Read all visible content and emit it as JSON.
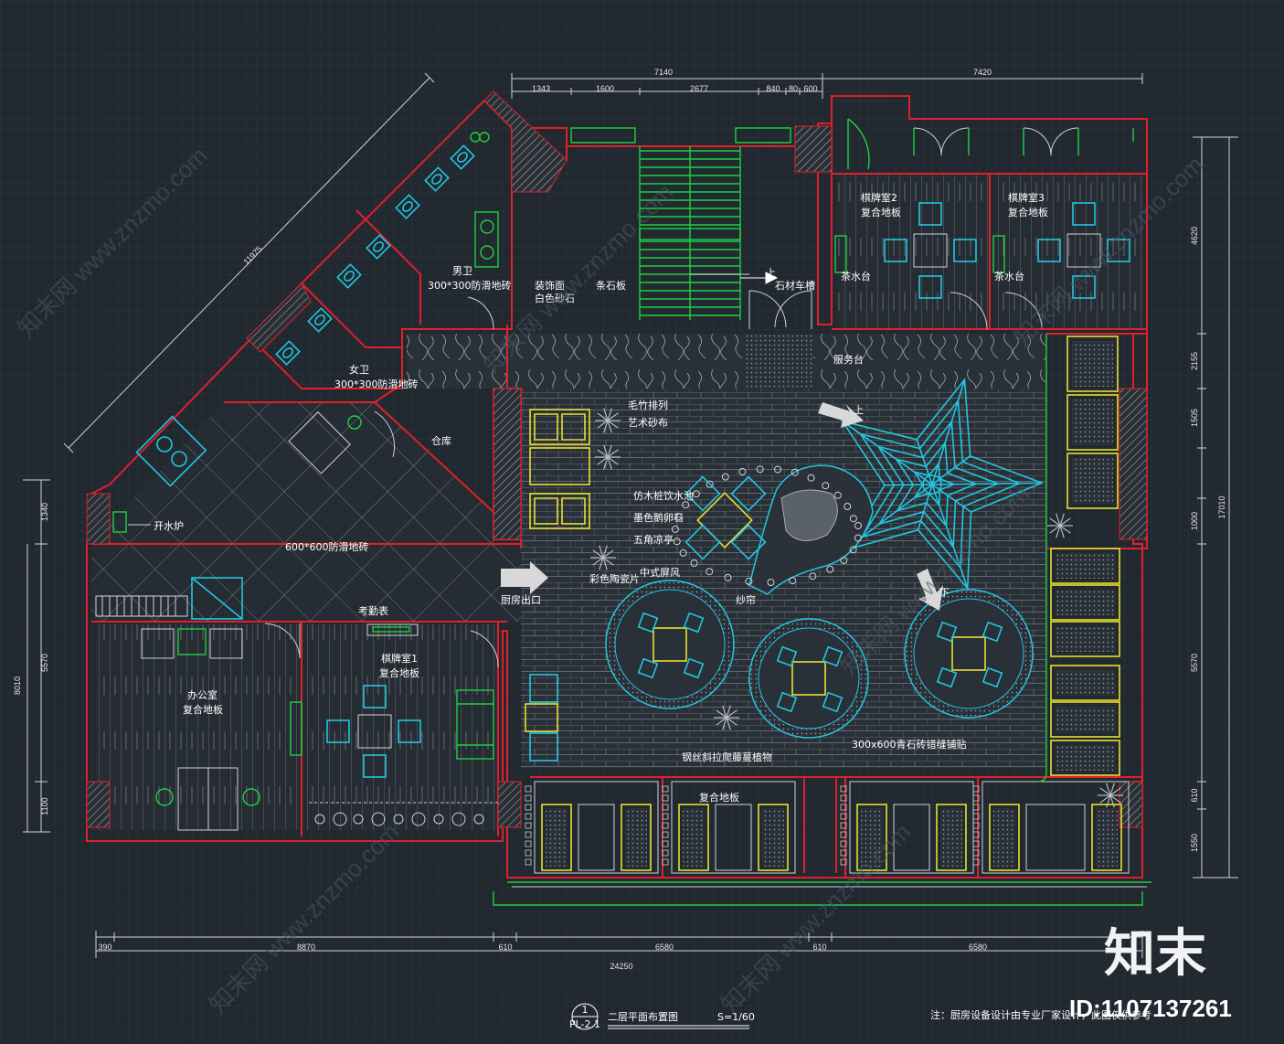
{
  "drawing": {
    "title": "二层平面布置图",
    "scale": "S=1/60",
    "ref_number": "1",
    "ref_sheet": "PL-2.1",
    "note": "注：厨房设备设计由专业厂家设计，此图仅供参考",
    "brand": "知末",
    "image_id": "ID:1107137261",
    "watermark": "知末网 www.znzmo.com"
  },
  "rooms": {
    "mens_toilet": "男卫",
    "mens_floor": "300*300防滑地砖",
    "womens_toilet": "女卫",
    "womens_floor": "300*300防滑地砖",
    "storage": "仓库",
    "kitchen_floor": "600*600防滑地砖",
    "boiler": "开水炉",
    "kitchen_exit": "厨房出口",
    "time_clock": "考勤表",
    "office": "办公室",
    "office_floor": "复合地板",
    "card_room_1": "棋牌室1",
    "card_room_1_floor": "复合地板",
    "card_room_2": "棋牌室2",
    "card_room_2_floor": "复合地板",
    "card_room_3": "棋牌室3",
    "card_room_3_floor": "复合地板",
    "tea_counter_a": "茶水台",
    "tea_counter_b": "茶水台",
    "service_desk": "服务台",
    "booth_floor": "复合地板",
    "up_a": "上",
    "up_b": "上",
    "down": "下"
  },
  "labels": {
    "deco_face": "装饰面",
    "white_gravel": "白色砂石",
    "strip_stone": "条石板",
    "stone_rail": "石材车槽",
    "bamboo": "毛竹排列",
    "art_gravel": "艺术砂布",
    "wood_post": "仿木桩饮水池",
    "black_pebble": "墨色鹅卵石",
    "pavilion": "五角凉亭",
    "mosaic": "彩色陶瓷片",
    "screen": "中式屏风",
    "gauze": "纱帘",
    "paving": "300x600青石砖错缝铺贴",
    "wire_plant": "钢丝斜拉爬藤蔓植物"
  },
  "dimensions": {
    "top_left_total": "7140",
    "top_right_total": "7420",
    "top_segs": [
      "1343",
      "1600",
      "2677",
      "840",
      "80",
      "600"
    ],
    "diagonal": "11975",
    "bottom_total": "24250",
    "bottom_segs": [
      "390",
      "8870",
      "610",
      "6580",
      "610",
      "6580"
    ],
    "left_outer": "8010",
    "left_segs": [
      "1340",
      "5570",
      "1100"
    ],
    "right_outer": "17010",
    "right_segs": [
      "4620",
      "2155",
      "1505",
      "1000",
      "5570",
      "610",
      "1550"
    ]
  }
}
